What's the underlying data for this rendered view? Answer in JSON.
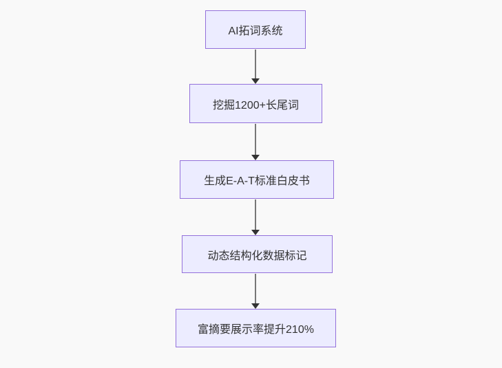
{
  "flowchart": {
    "type": "flowchart",
    "direction": "top-down",
    "nodes": [
      {
        "label": "AI拓词系统"
      },
      {
        "label": "挖掘1200+长尾词"
      },
      {
        "label": "生成E-A-T标准白皮书"
      },
      {
        "label": "动态结构化数据标记"
      },
      {
        "label": "富摘要展示率提升210%"
      }
    ],
    "edges": [
      {
        "from": 0,
        "to": 1
      },
      {
        "from": 1,
        "to": 2
      },
      {
        "from": 2,
        "to": 3
      },
      {
        "from": 3,
        "to": 4
      }
    ],
    "colors": {
      "background": "#f9f9f9",
      "node_fill": "#ECECFF",
      "node_border": "#9370DB",
      "edge_line": "#777777",
      "arrowhead": "#333333",
      "text": "#333333"
    }
  }
}
